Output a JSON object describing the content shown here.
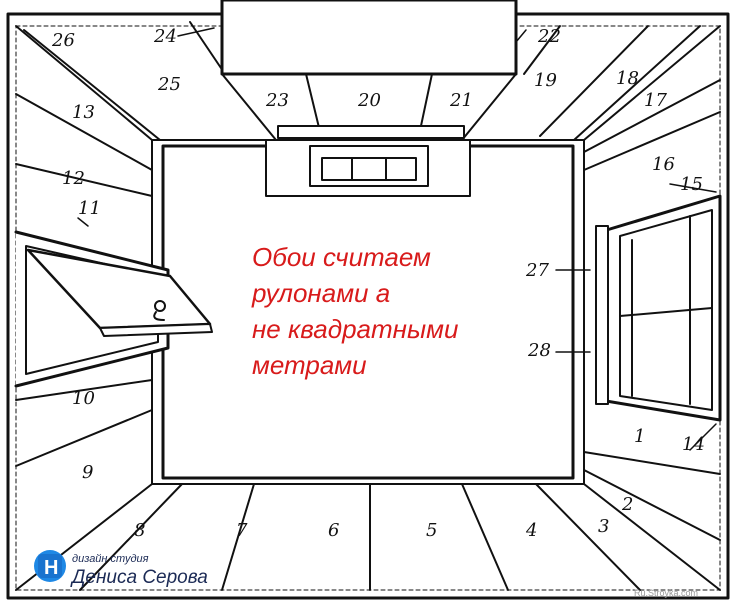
{
  "diagram": {
    "segment_labels": [
      "1",
      "2",
      "3",
      "4",
      "5",
      "6",
      "7",
      "8",
      "9",
      "10",
      "11",
      "12",
      "13",
      "14",
      "15",
      "16",
      "17",
      "18",
      "19",
      "20",
      "21",
      "22",
      "23",
      "24",
      "25",
      "26",
      "27",
      "28"
    ],
    "caption_lines": [
      "Обои считаем",
      "рулонами а",
      "не квадратными",
      "метрами"
    ],
    "caption_color": "#d81b1b"
  },
  "branding": {
    "logo_letter": "Н",
    "line1": "дизайн студия",
    "line2": "Дениса Серова",
    "color": "#1e88e5"
  },
  "watermark": "Ru.Stroyka.com"
}
